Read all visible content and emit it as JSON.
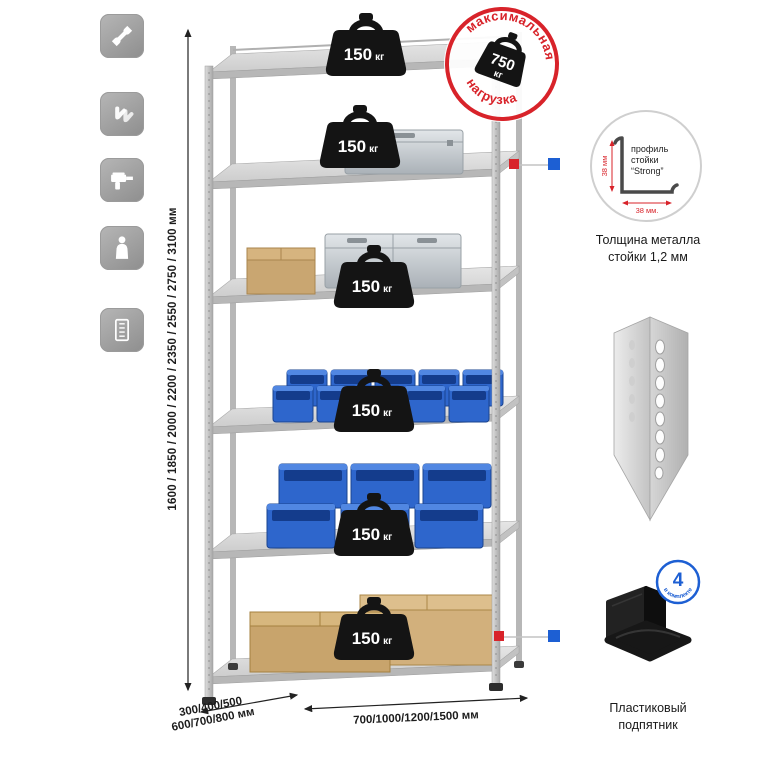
{
  "colors": {
    "red": "#d8232a",
    "blue": "#1d5fd3",
    "dark": "#141414"
  },
  "sidebar_icons": [
    {
      "name": "wrench-icon"
    },
    {
      "name": "gloves-icon"
    },
    {
      "name": "drill-icon"
    },
    {
      "name": "person-icon"
    },
    {
      "name": "rack-dimensions-icon"
    }
  ],
  "dimensions": {
    "heights": "1600 / 1850 / 2000 / 2200 / 2350 / 2550 / 2750 / 3100 мм",
    "depths_line1": "300/400/500",
    "depths_line2": "600/700/800 мм",
    "widths": "700/1000/1200/1500 мм"
  },
  "shelf_load": {
    "value": "150",
    "unit": "кг"
  },
  "max_load": {
    "arc_top": "максимальная",
    "arc_bottom": "нагрузка",
    "value": "750",
    "unit": "кг"
  },
  "profile_detail": {
    "dim_vertical": "38 мм",
    "dim_horizontal": "38 мм.",
    "label_line1": "профиль",
    "label_line2": "стойки",
    "label_line3": "“Strong”",
    "caption_line1": "Толщина металла",
    "caption_line2": "стойки 1,2 мм"
  },
  "foot_detail": {
    "badge_value": "4",
    "badge_label": "в комплекте",
    "caption_line1": "Пластиковый",
    "caption_line2": "подпятник"
  }
}
